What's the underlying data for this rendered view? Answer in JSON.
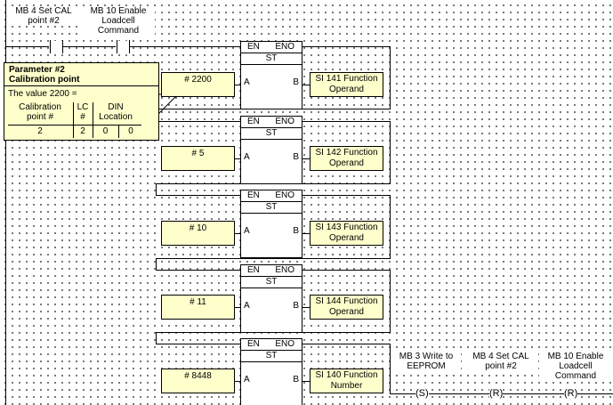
{
  "contacts": [
    {
      "label": "MB 4  Set CAL point #2"
    },
    {
      "label": "MB 10  Enable Loadcell Command"
    }
  ],
  "blocks": [
    {
      "en": "EN",
      "eno": "ENO",
      "name": "ST",
      "in_a": "A",
      "out_b": "B",
      "input_value": "# 2200",
      "output_label": "SI 141 Function Operand"
    },
    {
      "en": "EN",
      "eno": "ENO",
      "name": "ST",
      "in_a": "A",
      "out_b": "B",
      "input_value": "# 5",
      "output_label": "SI 142 Function Operand"
    },
    {
      "en": "EN",
      "eno": "ENO",
      "name": "ST",
      "in_a": "A",
      "out_b": "B",
      "input_value": "# 10",
      "output_label": "SI 143 Function Operand"
    },
    {
      "en": "EN",
      "eno": "ENO",
      "name": "ST",
      "in_a": "A",
      "out_b": "B",
      "input_value": "# 11",
      "output_label": "SI 144 Function Operand"
    },
    {
      "en": "EN",
      "eno": "ENO",
      "name": "ST",
      "in_a": "A",
      "out_b": "B",
      "input_value": "# 8448",
      "output_label": "SI 140 Function Number"
    }
  ],
  "coils": [
    {
      "label": "MB 3  Write to EEPROM",
      "symbol": "(S)"
    },
    {
      "label": "MB 4  Set CAL point #2",
      "symbol": "(R)"
    },
    {
      "label": "MB 10  Enable Loadcell Command",
      "symbol": "(R)"
    }
  ],
  "tooltip": {
    "title": "Parameter #2",
    "subtitle": "Calibration point",
    "description": "The value 2200 =",
    "headers": [
      "Calibration point #",
      "LC #",
      "DIN Location"
    ],
    "values": [
      "2",
      "2",
      "0",
      "0"
    ]
  }
}
